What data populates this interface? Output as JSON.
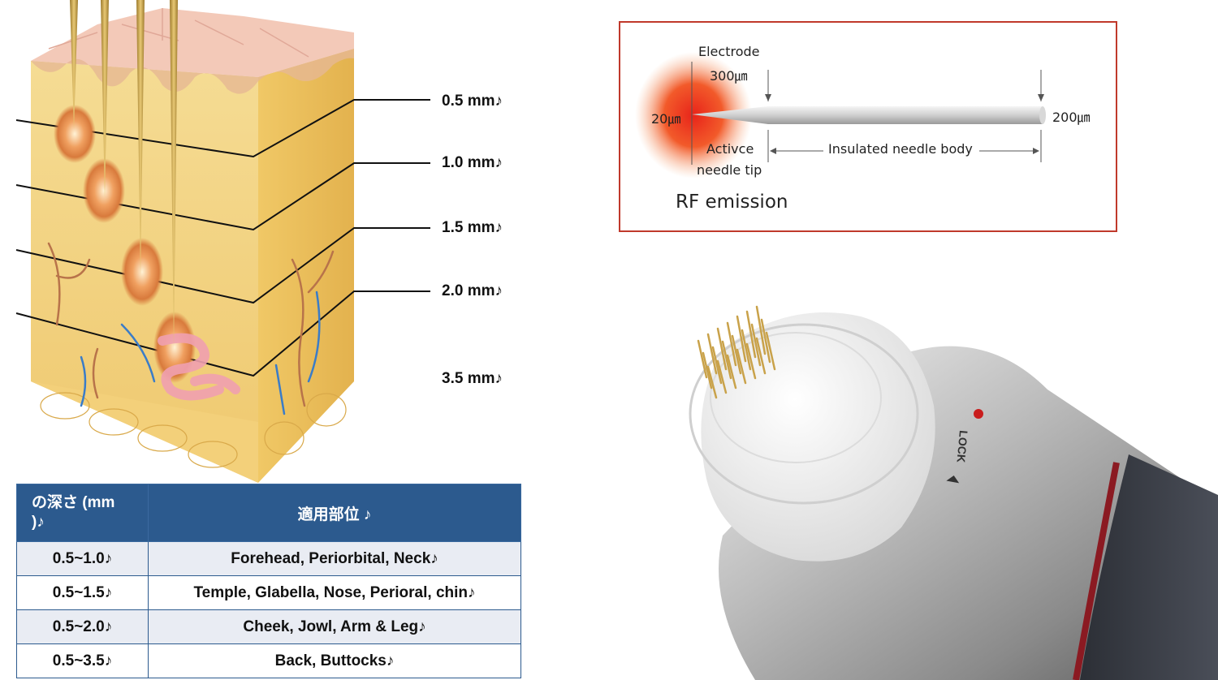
{
  "depth_labels": [
    "0.5 mm♪",
    "1.0 mm♪",
    "1.5 mm♪",
    "2.0 mm♪",
    "3.5 mm♪"
  ],
  "table": {
    "header_depth_line1": "の深さ (mm",
    "header_depth_line2": ")♪",
    "header_area": "適用部位 ♪",
    "rows": [
      {
        "depth": "0.5~1.0♪",
        "area": "Forehead, Periorbital, Neck♪"
      },
      {
        "depth": "0.5~1.5♪",
        "area": "Temple, Glabella, Nose, Perioral, chin♪"
      },
      {
        "depth": "0.5~2.0♪",
        "area": "Cheek, Jowl, Arm & Leg♪"
      },
      {
        "depth": "0.5~3.5♪",
        "area": "Back, Buttocks♪"
      }
    ]
  },
  "electrode": {
    "electrode_label": "Electrode",
    "electrode_size": "300㎛",
    "tip_size": "20㎛",
    "base_size": "200㎛",
    "active_tip_line1": "Activce",
    "active_tip_line2": "needle tip",
    "insulated_body": "Insulated needle body",
    "rf_emission": "RF emission"
  },
  "handpiece": {
    "lock_label": "LOCK"
  },
  "colors": {
    "table_header": "#2c5a8e",
    "panel_border": "#c0392b",
    "skin_tan": "#f2d48a",
    "needle_gold": "#c9a24a"
  }
}
